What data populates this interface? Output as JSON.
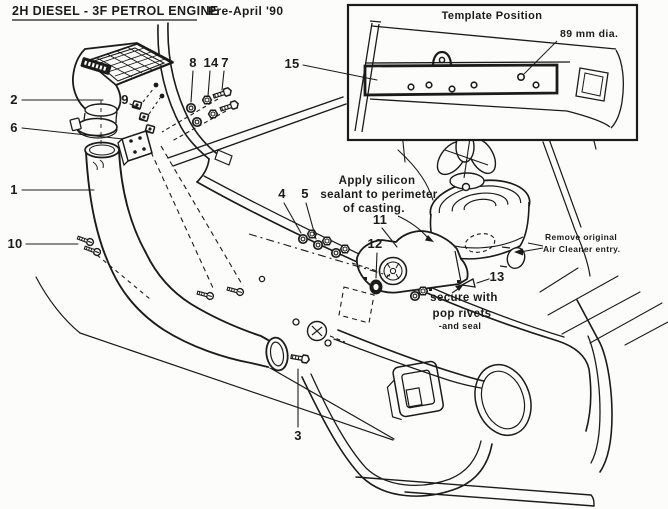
{
  "colors": {
    "ink": "#1b1b1b",
    "paper": "#fcfcfa"
  },
  "title": {
    "main": "2H DIESEL - 3F PETROL ENGINE",
    "date_note": "Pre-April '90"
  },
  "inset": {
    "title": "Template Position",
    "dia_label": "89 mm dia."
  },
  "notes": {
    "silicon_line1": "Apply silicon",
    "silicon_line2": "sealant to perimeter",
    "silicon_line3": "of casting.",
    "rivets_line1": "secure with",
    "rivets_line2": "pop rivets",
    "rivets_line3": "-and seal",
    "remove_line1": "Remove original",
    "remove_line2": "Air Cleaner entry."
  },
  "part_numbers": {
    "p1": "1",
    "p2": "2",
    "p3": "3",
    "p4": "4",
    "p5": "5",
    "p6": "6",
    "p7": "7",
    "p8": "8",
    "p9": "9",
    "p10": "10",
    "p11": "11",
    "p12": "12",
    "p13": "13",
    "p14": "14",
    "p15": "15"
  }
}
